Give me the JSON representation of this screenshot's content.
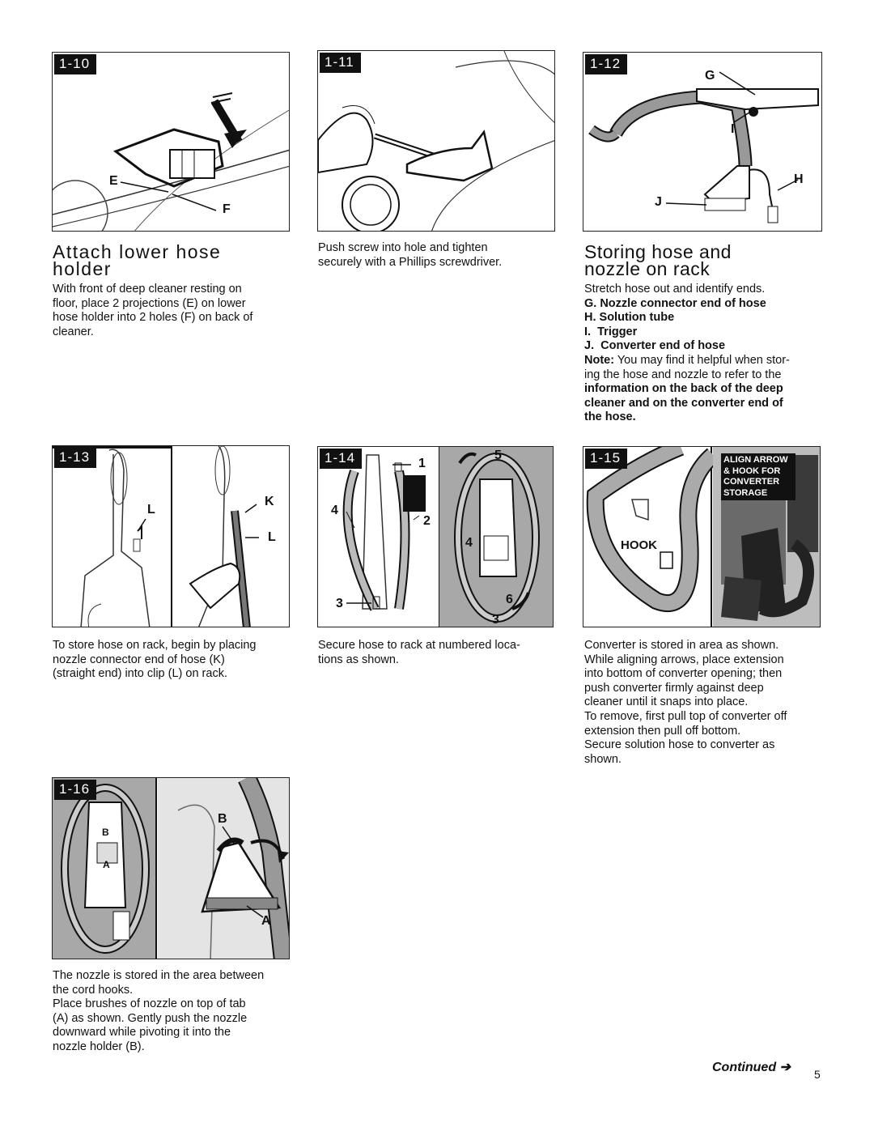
{
  "figures": {
    "f10": {
      "tag": "1-10",
      "labels": {
        "E": "E",
        "F": "F"
      }
    },
    "f11": {
      "tag": "1-11"
    },
    "f12": {
      "tag": "1-12",
      "labels": {
        "G": "G",
        "I": "I",
        "H": "H",
        "J": "J"
      }
    },
    "f13": {
      "tag": "1-13",
      "labels": {
        "L1": "L",
        "K": "K",
        "L2": "L"
      }
    },
    "f14": {
      "tag": "1-14",
      "labels": {
        "n1": "1",
        "n2": "2",
        "n3": "3",
        "n4": "4",
        "n5": "5",
        "n6": "6",
        "n3b": "3",
        "n4b": "4"
      }
    },
    "f15": {
      "tag": "1-15",
      "labels": {
        "hook": "HOOK"
      },
      "sign": [
        "ALIGN ARROW",
        "& HOOK FOR",
        "CONVERTER",
        "STORAGE"
      ]
    },
    "f16": {
      "tag": "1-16",
      "labels": {
        "B": "B",
        "A": "A",
        "Bsmall": "B",
        "Asmall": "A"
      }
    }
  },
  "section_attach": {
    "heading_line1": "Attach lower hose",
    "heading_line2": "holder",
    "body": [
      "With front of deep cleaner resting on",
      "floor, place 2 projections (E) on lower",
      "hose holder into 2 holes (F) on back of",
      "cleaner."
    ]
  },
  "section_screw": {
    "body": [
      "Push screw into hole and tighten",
      "securely with a Phillips screwdriver."
    ]
  },
  "section_storing": {
    "heading_line1": "Storing hose and",
    "heading_line2": "nozzle on rack",
    "intro": "Stretch hose out and identify ends.",
    "items": [
      "G. Nozzle connector end of hose",
      "H. Solution tube",
      "I.  Trigger",
      "J.  Converter end of hose"
    ],
    "note_label": "Note:",
    "note_line1": " You may find it helpful when stor-",
    "note_line2": "ing the hose and nozzle to refer to the",
    "note_bold": [
      "information on the back of the deep",
      "cleaner and on the converter end of",
      "the hose."
    ]
  },
  "section_rack": {
    "body": [
      "To store hose on rack, begin by placing",
      "nozzle connector end of hose (K)",
      "(straight end) into clip (L) on rack."
    ]
  },
  "section_secure": {
    "body": [
      "Secure hose to rack at numbered loca-",
      "tions as shown."
    ]
  },
  "section_converter": {
    "body": [
      "Converter is stored in area as shown.",
      "While aligning arrows, place extension",
      "into bottom of converter opening; then",
      "push converter firmly against deep",
      "cleaner until it snaps into place.",
      "To remove, first pull top of converter off",
      "extension then pull off bottom.",
      "Secure solution hose to converter as",
      "shown."
    ]
  },
  "section_nozzle": {
    "body": [
      "The nozzle is stored in the area between",
      "the cord hooks.",
      "Place brushes of nozzle on top of tab",
      "(A) as shown. Gently push the nozzle",
      "downward while pivoting it into the",
      "nozzle holder (B)."
    ]
  },
  "footer": {
    "continued": "Continued ➔",
    "page_number": "5"
  }
}
